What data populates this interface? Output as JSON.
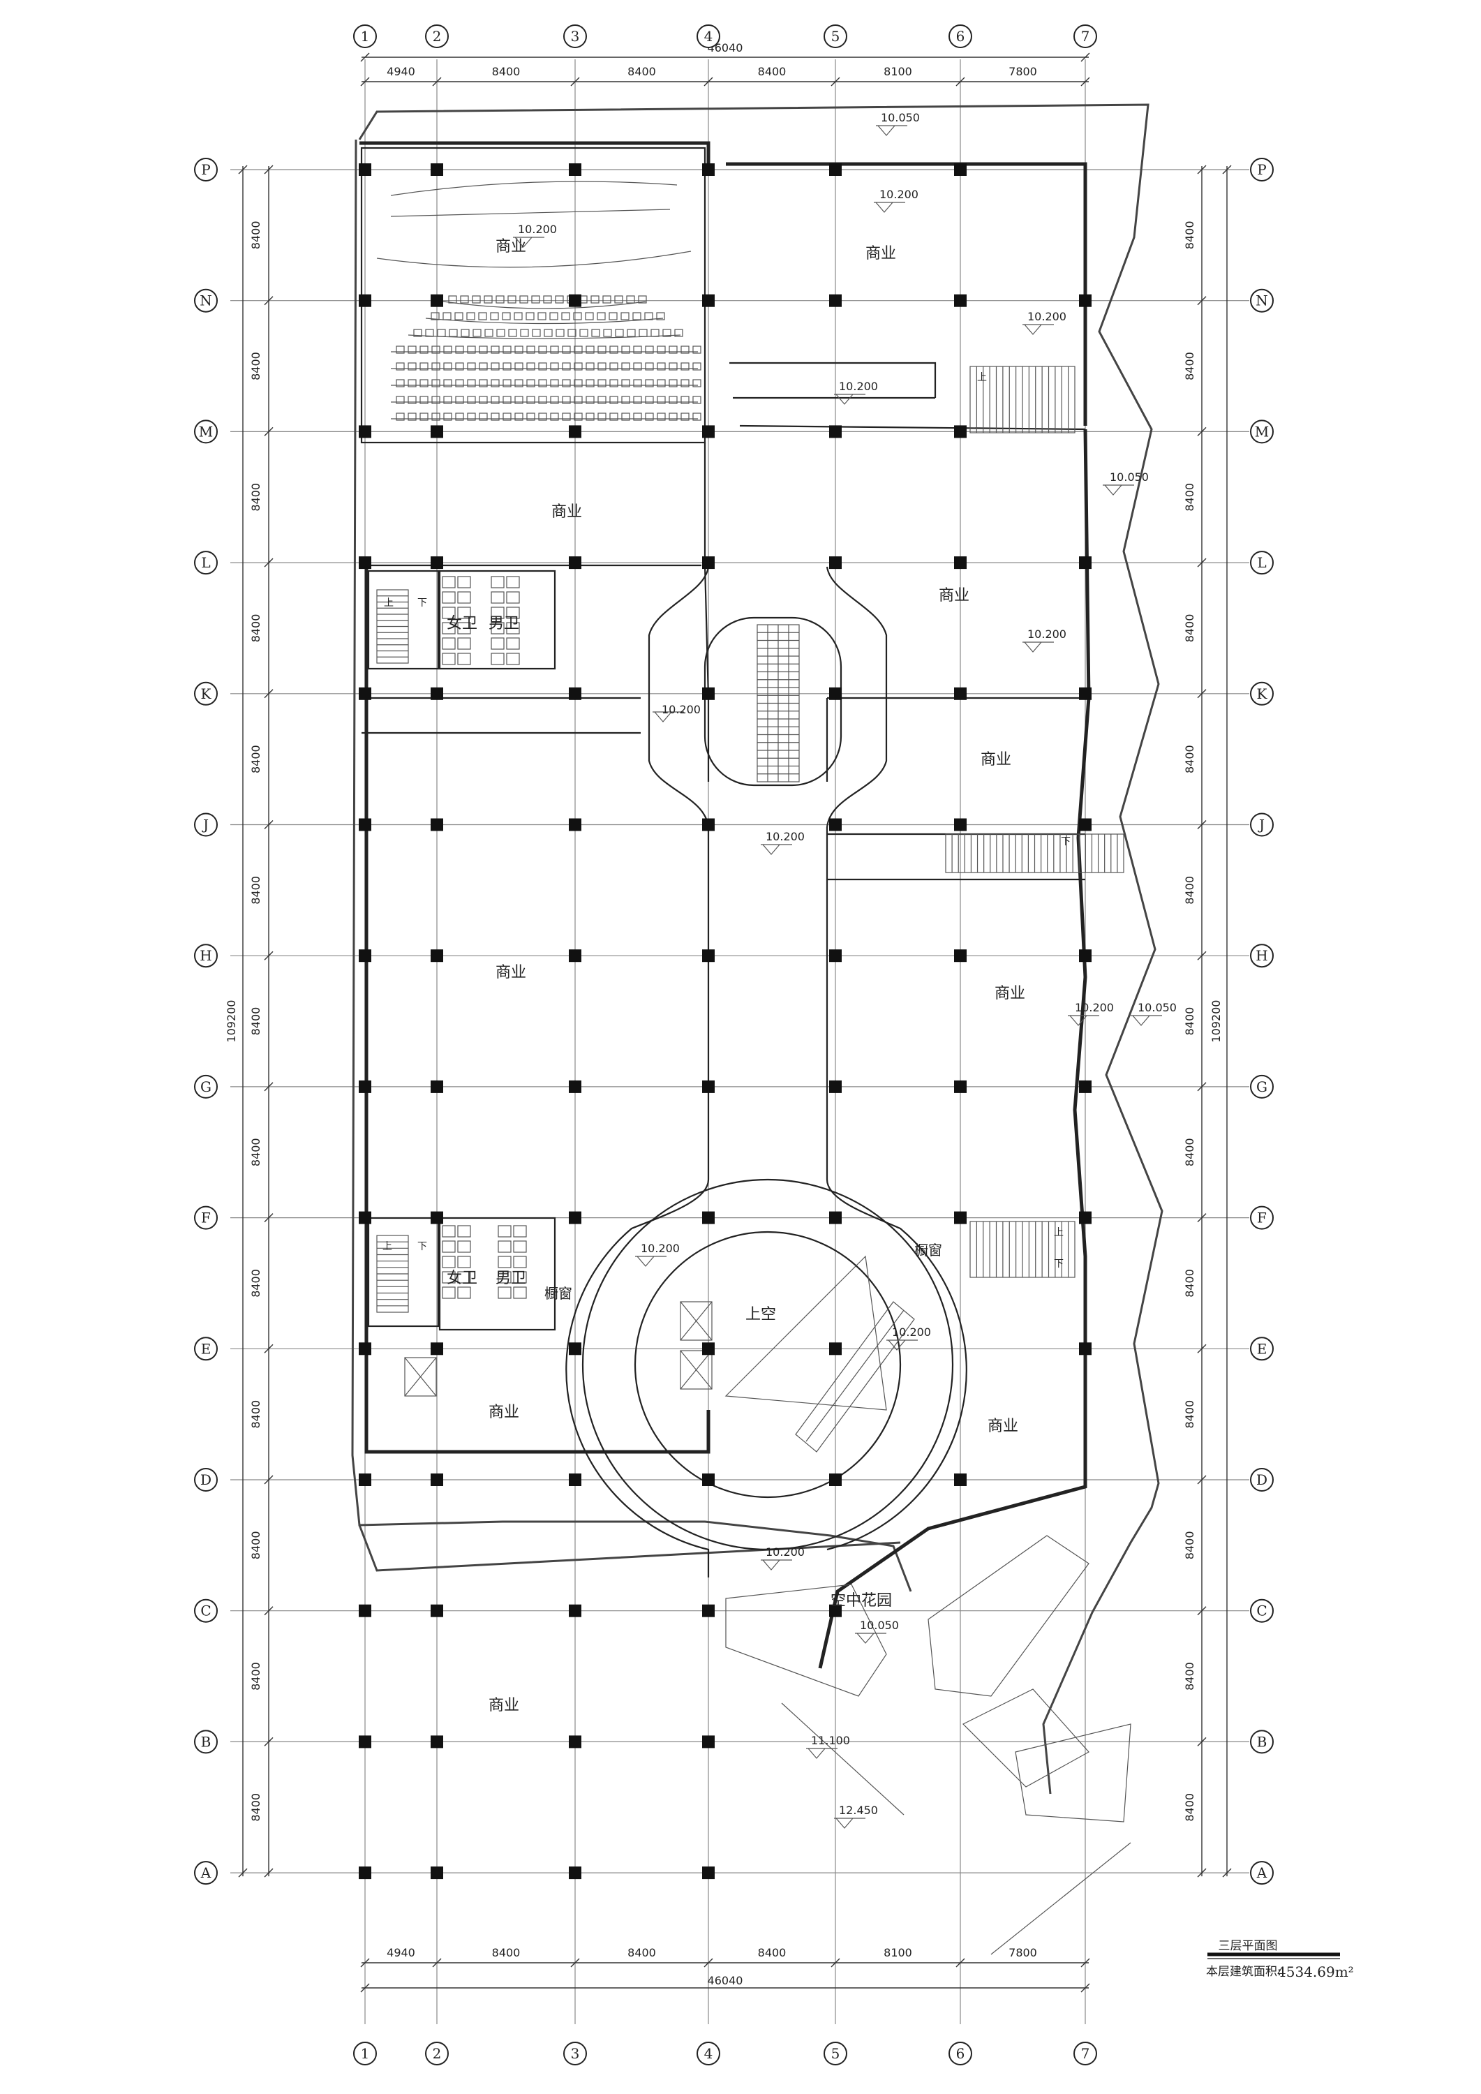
{
  "title_block": {
    "drawing_title": "三层平面图",
    "area_label": "本层建筑面积:",
    "area_value": "4534.69m²"
  },
  "grid": {
    "x_axes": [
      "1",
      "2",
      "3",
      "4",
      "5",
      "6",
      "7"
    ],
    "y_axes": [
      "P",
      "N",
      "M",
      "L",
      "K",
      "J",
      "H",
      "G",
      "F",
      "E",
      "D",
      "C",
      "B",
      "A"
    ]
  },
  "dimensions": {
    "x_spans": [
      "4940",
      "8400",
      "8400",
      "8400",
      "8100",
      "7800"
    ],
    "x_total": "46040",
    "y_spans": [
      "8400",
      "8400",
      "8400",
      "8400",
      "8400",
      "8400",
      "8400",
      "8400",
      "8400",
      "8400",
      "8400",
      "8400",
      "8400"
    ],
    "y_total": "109200"
  },
  "rooms": {
    "commercial": "商业",
    "female_wc": "女卫",
    "male_wc": "男卫",
    "void": "上空",
    "sky_garden": "空中花园",
    "window": "橱窗",
    "up": "上",
    "down": "下"
  },
  "levels": {
    "l10200": "10.200",
    "l10050": "10.050",
    "l11100": "11.100",
    "l12450": "12.450"
  }
}
